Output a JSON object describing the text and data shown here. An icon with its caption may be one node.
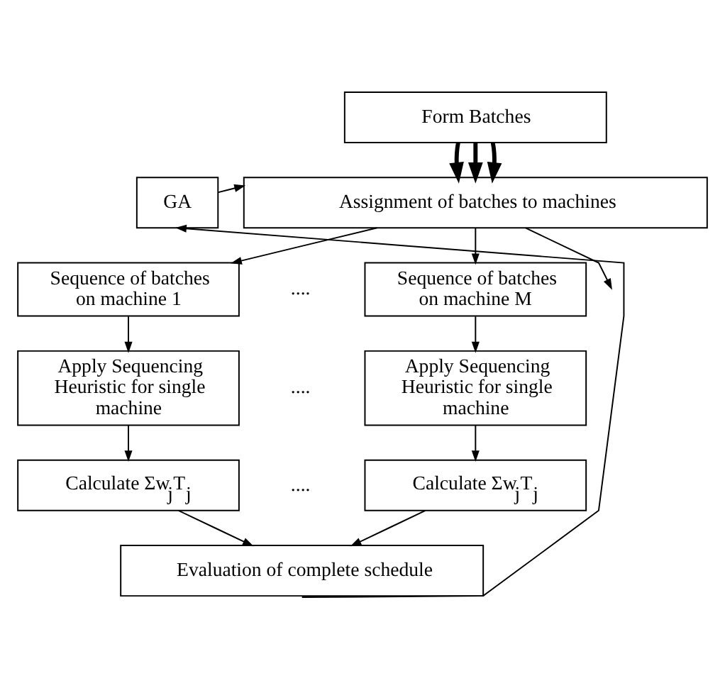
{
  "diagram": {
    "nodes": [
      {
        "text": [
          "Form Batches"
        ]
      },
      {
        "text": [
          "GA"
        ]
      },
      {
        "text": [
          "Assignment of batches to machines"
        ]
      },
      {
        "text": [
          "Sequence of batches on machine 1"
        ]
      },
      {
        "text": [
          "Sequence of batches on machine M"
        ]
      },
      {
        "text": [
          "Apply Sequencing Heuristic for single machine"
        ]
      },
      {
        "text": [
          "Apply Sequencing Heuristic for single machine"
        ]
      },
      {
        "text": [
          "Calculate Σw$_{j}$T$_{j}$"
        ]
      },
      {
        "text": [
          "Calculate Σw$_{j}$T$_{j}$"
        ]
      },
      {
        "text": [
          "Evaluation of complete schedule"
        ]
      }
    ],
    "edges": [
      {
        "from": 0,
        "to": 2,
        "arrow": "to",
        "style": "thick"
      },
      {
        "from": 0,
        "to": 2,
        "arrow": "to",
        "style": "thick"
      },
      {
        "from": 0,
        "to": 2,
        "arrow": "to",
        "style": "thick"
      },
      {
        "from": 1,
        "to": 2,
        "arrow": "to"
      },
      {
        "from": 2,
        "to": 3,
        "arrow": "to"
      },
      {
        "from": 2,
        "to": null,
        "arrow": "to"
      },
      {
        "from": 2,
        "to": 4,
        "arrow": "to"
      },
      {
        "from": 3,
        "to": 5,
        "arrow": "to"
      },
      {
        "from": 4,
        "to": 6,
        "arrow": "to"
      },
      {
        "from": 5,
        "to": 7,
        "arrow": "to"
      },
      {
        "from": 6,
        "to": 8,
        "arrow": "to"
      },
      {
        "from": 7,
        "to": 9,
        "arrow": "to"
      },
      {
        "from": 8,
        "to": 9,
        "arrow": "to"
      },
      {
        "from": 9,
        "to": 1,
        "arrow": "to"
      }
    ],
    "labels": [
      "....",
      "....",
      "...."
    ]
  }
}
